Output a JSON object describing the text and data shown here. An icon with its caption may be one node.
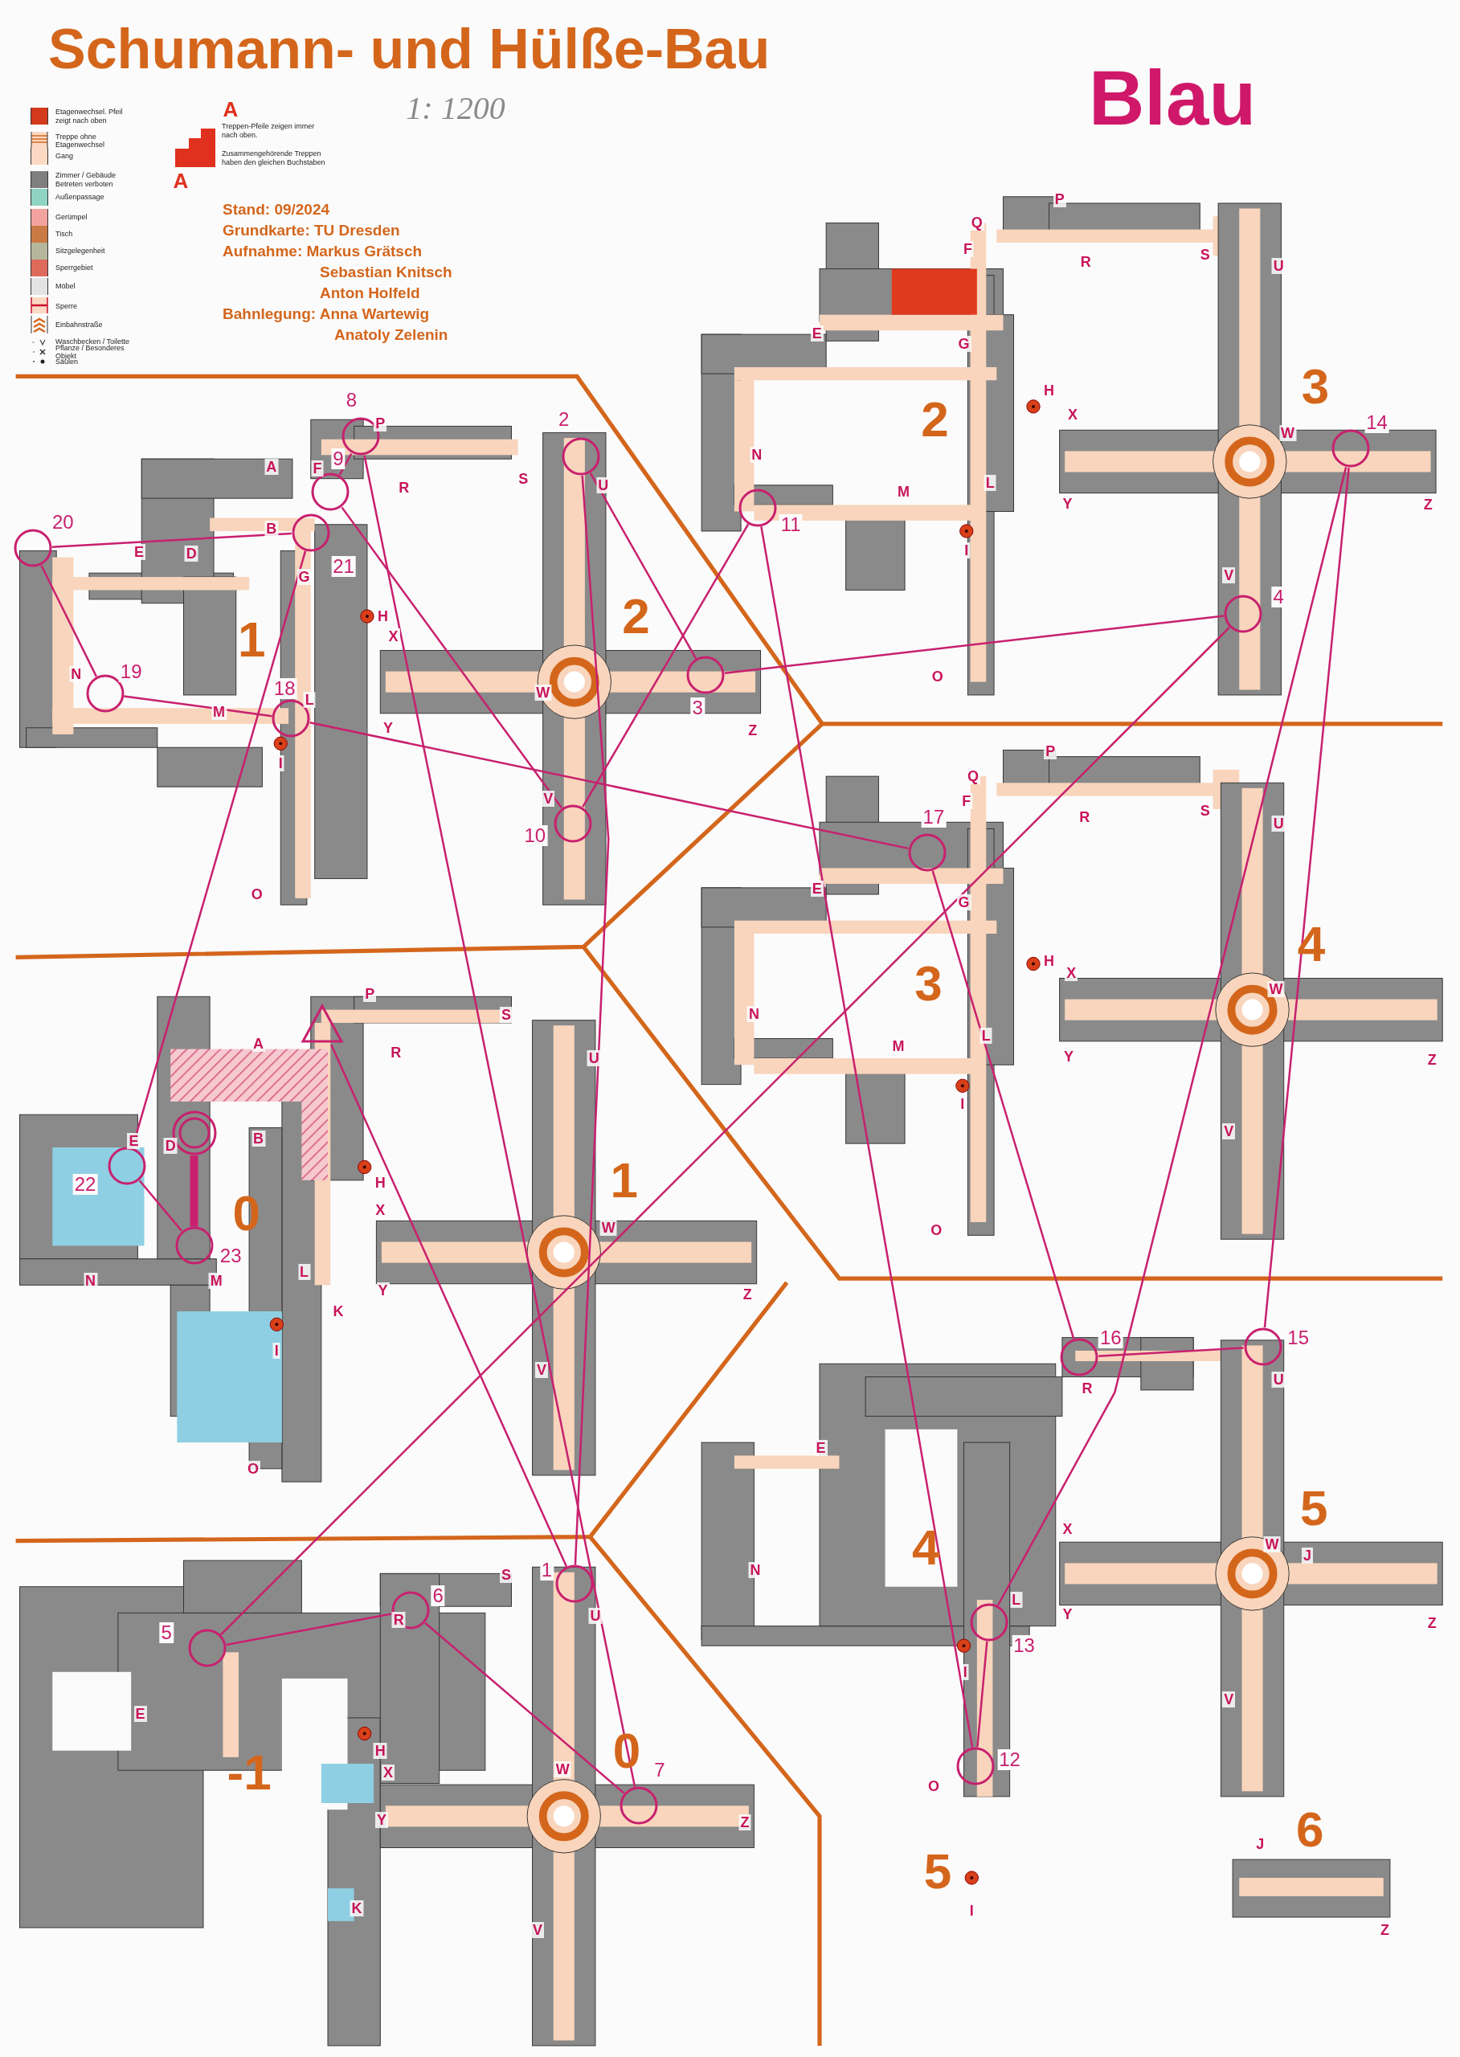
{
  "diagram": {
    "title": "Schumann- und Hülße-Bau",
    "nodes": [
      {
        "text": [],
        "shape": "triangle"
      },
      {
        "text": [],
        "shape": "circle",
        "beside": [
          "1"
        ]
      },
      {
        "text": [],
        "shape": "circle",
        "beside": [
          "2"
        ]
      },
      {
        "text": [],
        "shape": "circle",
        "beside": [
          "3"
        ]
      },
      {
        "text": [],
        "shape": "circle",
        "beside": [
          "4"
        ]
      },
      {
        "text": [],
        "shape": "circle",
        "beside": [
          "5"
        ]
      },
      {
        "text": [],
        "shape": "circle",
        "beside": [
          "6"
        ]
      },
      {
        "text": [],
        "shape": "circle",
        "beside": [
          "7"
        ]
      },
      {
        "text": [],
        "shape": "circle",
        "beside": [
          "8"
        ]
      },
      {
        "text": [],
        "shape": "circle",
        "beside": [
          "9"
        ]
      },
      {
        "text": [],
        "shape": "circle",
        "beside": [
          "10"
        ]
      },
      {
        "text": [],
        "shape": "circle",
        "beside": [
          "11"
        ]
      },
      {
        "text": [],
        "shape": "circle",
        "beside": [
          "12"
        ]
      },
      {
        "text": [],
        "shape": "circle",
        "beside": [
          "13"
        ]
      },
      {
        "text": [],
        "shape": "circle",
        "beside": [
          "14"
        ]
      },
      {
        "text": [],
        "shape": "circle",
        "beside": [
          "15"
        ]
      },
      {
        "text": [],
        "shape": "circle",
        "beside": [
          "16"
        ]
      },
      {
        "text": [],
        "shape": "circle",
        "beside": [
          "17"
        ]
      },
      {
        "text": [],
        "shape": "circle",
        "beside": [
          "18"
        ]
      },
      {
        "text": [],
        "shape": "circle",
        "beside": [
          "19"
        ]
      },
      {
        "text": [],
        "shape": "circle",
        "beside": [
          "20"
        ]
      },
      {
        "text": [],
        "shape": "circle",
        "beside": [
          "21"
        ]
      },
      {
        "text": [],
        "shape": "circle",
        "beside": [
          "22"
        ]
      },
      {
        "text": [],
        "shape": "circle",
        "beside": [
          "23"
        ]
      },
      {
        "text": [],
        "shape": "double-circle"
      }
    ],
    "edges": [
      {
        "from": 0,
        "to": 1,
        "arrow": "none"
      },
      {
        "from": 1,
        "to": 2,
        "arrow": "none"
      },
      {
        "from": 2,
        "to": 3,
        "arrow": "none"
      },
      {
        "from": 3,
        "to": 4,
        "arrow": "none"
      },
      {
        "from": 4,
        "to": 5,
        "arrow": "none"
      },
      {
        "from": 5,
        "to": 6,
        "arrow": "none"
      },
      {
        "from": 6,
        "to": 7,
        "arrow": "none"
      },
      {
        "from": 7,
        "to": 8,
        "arrow": "none"
      },
      {
        "from": 8,
        "to": 9,
        "arrow": "none"
      },
      {
        "from": 9,
        "to": 10,
        "arrow": "none"
      },
      {
        "from": 10,
        "to": 11,
        "arrow": "none"
      },
      {
        "from": 11,
        "to": 12,
        "arrow": "none"
      },
      {
        "from": 12,
        "to": 13,
        "arrow": "none"
      },
      {
        "from": 13,
        "to": 14,
        "arrow": "none"
      },
      {
        "from": 14,
        "to": 15,
        "arrow": "none"
      },
      {
        "from": 15,
        "to": 16,
        "arrow": "none"
      },
      {
        "from": 16,
        "to": 17,
        "arrow": "none"
      },
      {
        "from": 17,
        "to": 18,
        "arrow": "none"
      },
      {
        "from": 18,
        "to": 19,
        "arrow": "none"
      },
      {
        "from": 19,
        "to": 20,
        "arrow": "none"
      },
      {
        "from": 20,
        "to": 21,
        "arrow": "none"
      },
      {
        "from": 21,
        "to": 22,
        "arrow": "none"
      },
      {
        "from": 22,
        "to": 23,
        "arrow": "none"
      },
      {
        "from": 23,
        "to": 24,
        "arrow": "none",
        "style": "thick"
      }
    ],
    "labels": [
      "1: 1200",
      "A",
      "A",
      "Treppen-Pfeile zeigen immer nach oben.",
      "Zusammengehörende Treppen haben den gleichen Buchstaben",
      "Stand: 09/2024",
      "Grundkarte: TU Dresden",
      "Aufnahme: Markus Grätsch",
      "Sebastian Knitsch",
      "Anton Holfeld",
      "Bahnlegung: Anna Wartewig",
      "Anatoly Zelenin",
      "Blau",
      "P",
      "A",
      "F",
      "B",
      "E",
      "D",
      "G",
      "1",
      "H",
      "N",
      "M",
      "L",
      "I",
      "O",
      "R",
      "S",
      "U",
      "2",
      "X",
      "W",
      "Y",
      "V",
      "Z",
      "P",
      "Q",
      "F",
      "R",
      "S",
      "E",
      "G",
      "2",
      "H",
      "N",
      "M",
      "L",
      "I",
      "O",
      "U",
      "3",
      "X",
      "W",
      "Y",
      "V",
      "Z",
      "P",
      "Q",
      "F",
      "R",
      "S",
      "E",
      "G",
      "H",
      "3",
      "N",
      "M",
      "L",
      "I",
      "O",
      "U",
      "4",
      "X",
      "W",
      "Y",
      "V",
      "Z",
      "P",
      "S",
      "A",
      "R",
      "E",
      "D",
      "B",
      "0",
      "H",
      "N",
      "M",
      "L",
      "K",
      "I",
      "O",
      "U",
      "X",
      "1",
      "W",
      "Y",
      "V",
      "Z",
      "S",
      "R",
      "U",
      "E",
      "H",
      "-1",
      "X",
      "0",
      "W",
      "Y",
      "K",
      "Z",
      "V",
      "R",
      "U",
      "E",
      "4",
      "N",
      "L",
      "I",
      "O",
      "X",
      "5",
      "W",
      "J",
      "Y",
      "Z",
      "V",
      "5",
      "I",
      "6",
      "J",
      "Z"
    ],
    "legend": [
      {
        "text": "Etagenwechsel. Pfeil zeigt nach oben",
        "color": "#d33a1c"
      },
      {
        "text": "Treppe ohne Etagenwechsel"
      },
      {
        "text": "Gang",
        "color": "#fcd9c2"
      },
      {
        "text": "Zimmer / Gebäude Betreten verboten",
        "color": "#7f7f7f"
      },
      {
        "text": "Außenpassage",
        "color": "#8fd4c2"
      },
      {
        "text": "Gerümpel",
        "color": "#f2a3a0"
      },
      {
        "text": "Tisch",
        "color": "#c97a45"
      },
      {
        "text": "Sitzgelegenheit",
        "color": "#b4b79c"
      },
      {
        "text": "Sperrgebiet",
        "color": "#de6a5c"
      },
      {
        "text": "Möbel",
        "color": "#e3e3e3"
      },
      {
        "text": "Sperre"
      },
      {
        "text": "Einbahnstraße"
      },
      {
        "text": "Waschbecken / Toilette"
      },
      {
        "text": "Pflanze / Besonderes Objekt"
      },
      {
        "text": "Säulen"
      }
    ]
  }
}
